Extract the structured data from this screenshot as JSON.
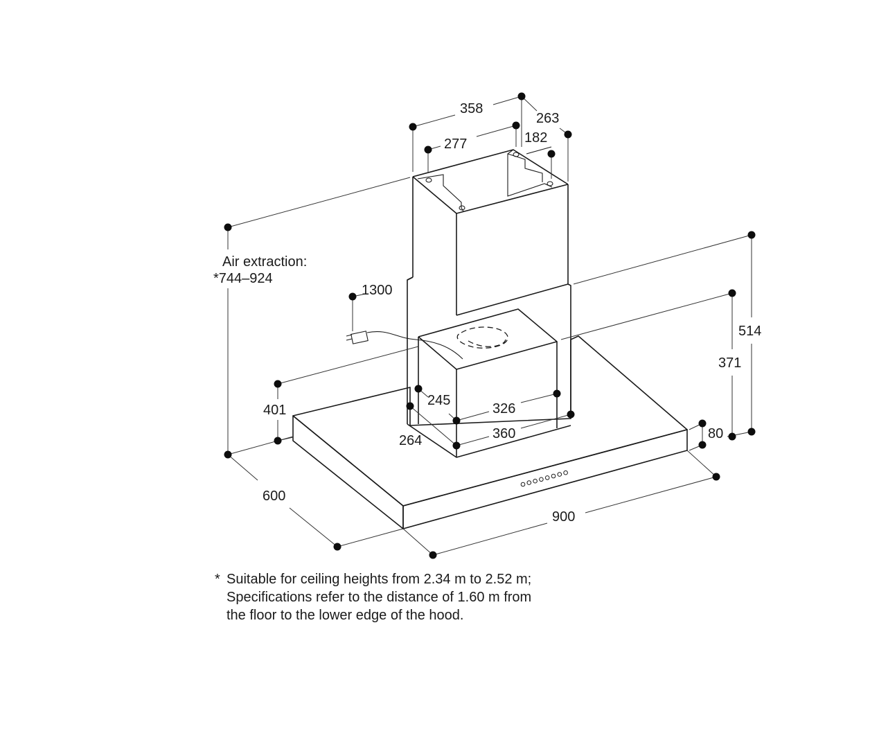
{
  "dimensions": {
    "chimney_width": "358",
    "chimney_depth": "263",
    "inner_width": "277",
    "inner_depth": "182",
    "cable_length": "1300",
    "height_total": "514",
    "height_body": "371",
    "height_offset": "401",
    "glass_thickness": "80",
    "motor_depth": "245",
    "motor_width_inner": "326",
    "motor_width_outer": "360",
    "motor_depth_outer": "264",
    "hood_depth": "600",
    "hood_width": "900"
  },
  "air_extraction": {
    "label": "Air extraction:",
    "range": "*744–924"
  },
  "footnote": {
    "asterisk": "*",
    "lines": [
      "Suitable for ceiling heights from 2.34 m to 2.52 m;",
      "Specifications refer to the distance of 1.60 m from",
      "the floor to the lower edge of the hood."
    ]
  },
  "controls": {
    "button_count": 8
  }
}
